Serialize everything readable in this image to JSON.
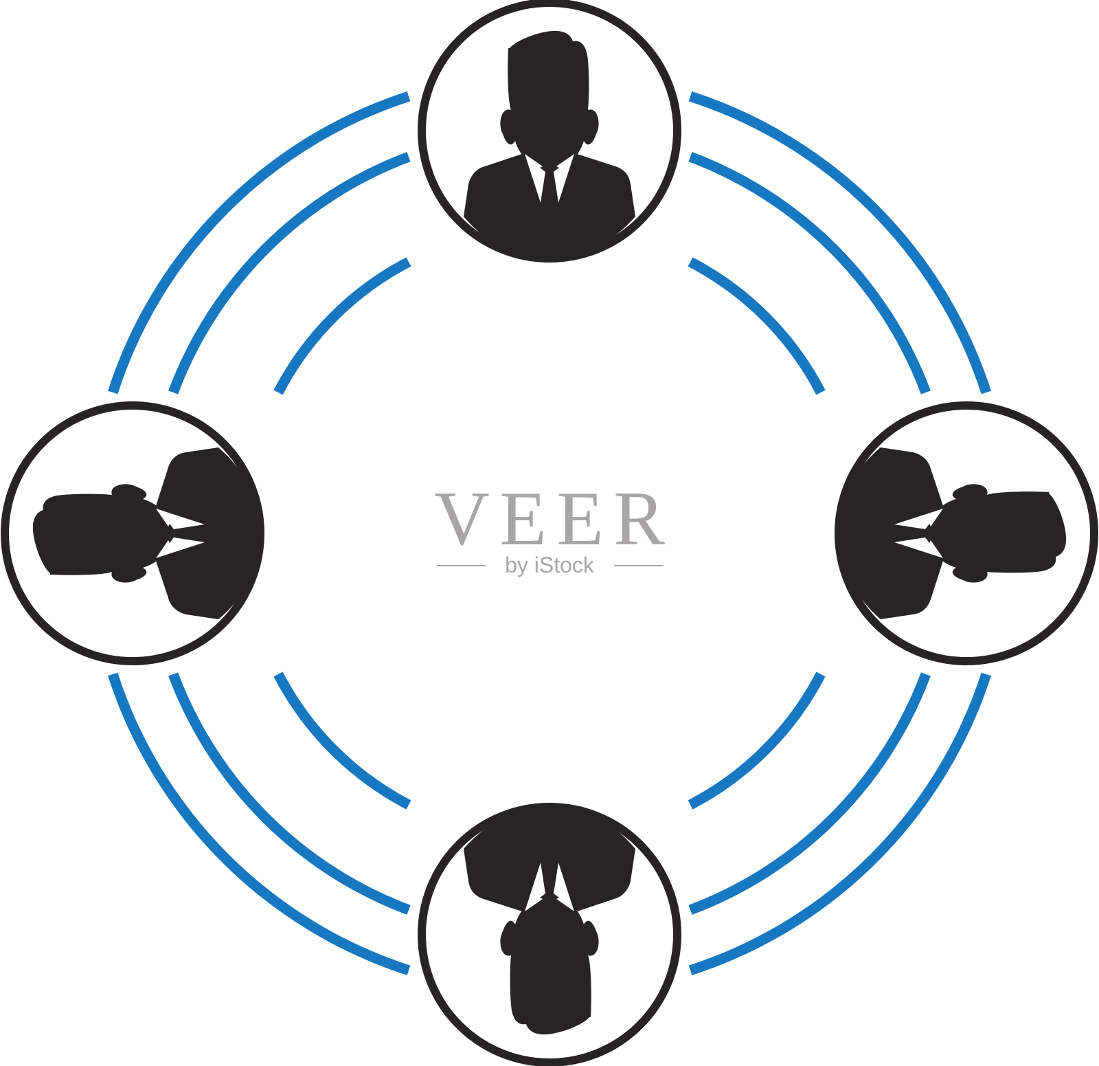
{
  "colors": {
    "ring": "#1777c0",
    "node_border": "#272425",
    "silhouette": "#272425",
    "watermark": "#a7a6a4",
    "background": "#ffffff"
  },
  "watermark": {
    "title": "VEER",
    "subtitle": "by iStock"
  },
  "nodes": [
    {
      "id": "top",
      "icon": "businessman-icon"
    },
    {
      "id": "right",
      "icon": "businessman-icon"
    },
    {
      "id": "bottom",
      "icon": "businessman-icon"
    },
    {
      "id": "left",
      "icon": "businessman-icon"
    }
  ]
}
